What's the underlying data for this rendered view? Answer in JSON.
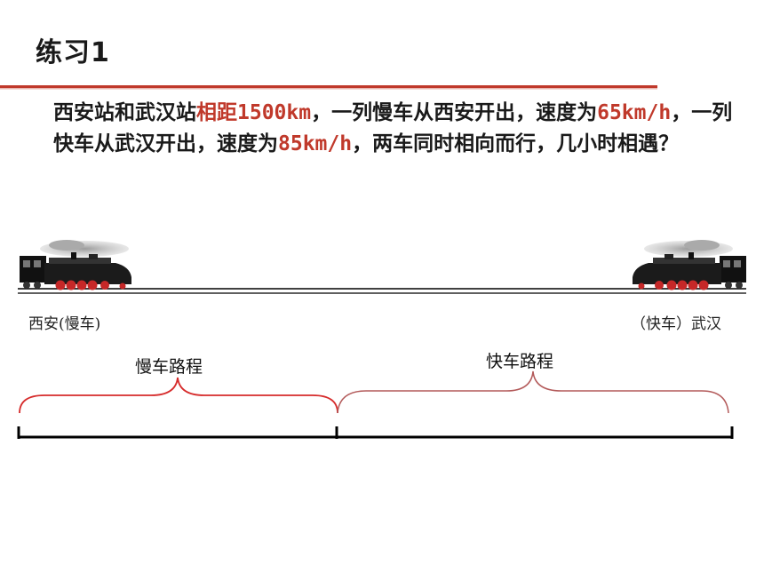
{
  "title": "练习1",
  "problem": {
    "part1": "西安站和武汉站",
    "part2_highlight": "相距1500km",
    "part3": "，一列慢车从西安开出，速度为",
    "part4_highlight": "65km/h",
    "part5": "，一列快车从武汉开出，速度为",
    "part6_highlight": "85km/h",
    "part7": "，两车同时相向而行，几小时相遇？"
  },
  "scene": {
    "left_station": "西安(慢车)",
    "right_station": "（快车）武汉",
    "slow_segment_label": "慢车路程",
    "fast_segment_label": "快车路程"
  },
  "colors": {
    "accent": "#c0392b",
    "rule": "#c0392b",
    "brace_slow": "#d62b2b",
    "brace_fast": "#b35a5a",
    "line": "#000000"
  }
}
